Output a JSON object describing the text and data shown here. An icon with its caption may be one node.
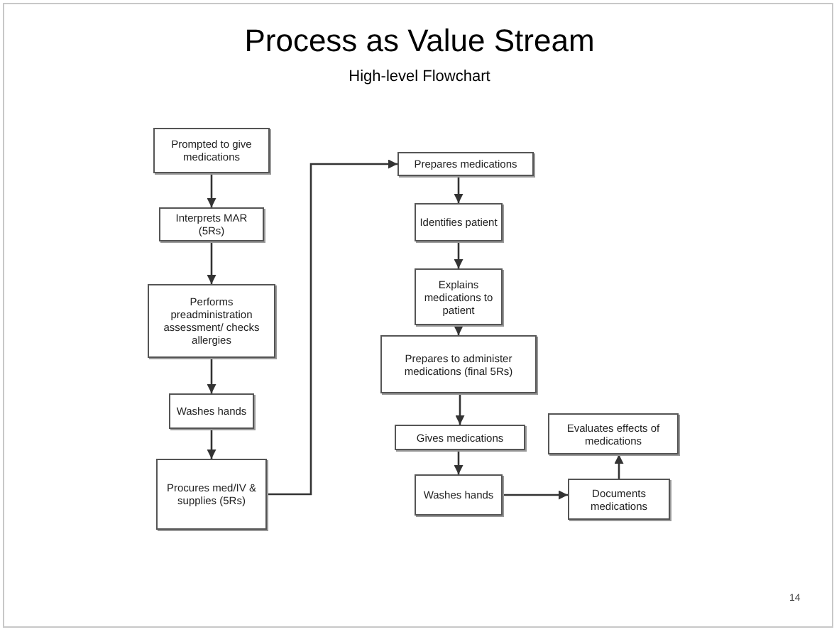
{
  "diagram": {
    "title": "Process as Value Stream",
    "caption": "High-level Flowchart",
    "nodes": [
      {
        "text": [
          "Prompted to give medications"
        ]
      },
      {
        "text": [
          "Interprets MAR (5Rs)"
        ]
      },
      {
        "text": [
          "Performs preadministration assessment/ checks allergies"
        ]
      },
      {
        "text": [
          "Washes hands"
        ]
      },
      {
        "text": [
          "Procures med/IV & supplies (5Rs)"
        ]
      },
      {
        "text": [
          "Prepares medications"
        ]
      },
      {
        "text": [
          "Identifies patient"
        ]
      },
      {
        "text": [
          "Explains medications to patient"
        ]
      },
      {
        "text": [
          "Prepares to administer medications (final 5Rs)"
        ]
      },
      {
        "text": [
          "Gives medications"
        ]
      },
      {
        "text": [
          "Washes hands"
        ]
      },
      {
        "text": [
          "Documents medications"
        ]
      },
      {
        "text": [
          "Evaluates effects of medications"
        ]
      }
    ],
    "edges": [
      {
        "from": 0,
        "to": 1,
        "arrow": "to"
      },
      {
        "from": 1,
        "to": 2,
        "arrow": "to"
      },
      {
        "from": 2,
        "to": 3,
        "arrow": "to"
      },
      {
        "from": 3,
        "to": 4,
        "arrow": "to"
      },
      {
        "from": 4,
        "to": 5,
        "arrow": "to"
      },
      {
        "from": 5,
        "to": 6,
        "arrow": "to"
      },
      {
        "from": 6,
        "to": 7,
        "arrow": "to"
      },
      {
        "from": 7,
        "to": 8,
        "arrow": "to"
      },
      {
        "from": 8,
        "to": 9,
        "arrow": "to"
      },
      {
        "from": 9,
        "to": 10,
        "arrow": "to"
      },
      {
        "from": 10,
        "to": 11,
        "arrow": "to"
      },
      {
        "from": 11,
        "to": 12,
        "arrow": "to"
      }
    ],
    "labels": [
      "14"
    ]
  }
}
